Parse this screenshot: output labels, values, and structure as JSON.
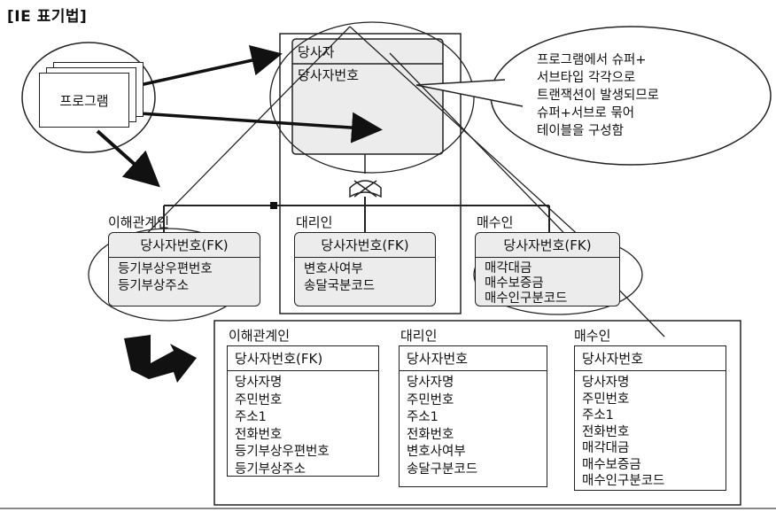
{
  "title": "[IE 표기법]",
  "program_label": "프로그램",
  "note_lines": [
    "프로그램에서 슈퍼+",
    "서브타입 각각으로",
    "트랜잭션이 발생되므로",
    "슈퍼+서브로 묶어",
    "테이블을 구성함"
  ],
  "super_entity": {
    "title": "당사자",
    "head": "당사자번호"
  },
  "subtypes": [
    {
      "label": "이해관계인",
      "head": "당사자번호(FK)",
      "attrs": [
        "등기부상우편번호",
        "등기부상주소"
      ]
    },
    {
      "label": "대리인",
      "head": "당사자번호(FK)",
      "attrs": [
        "변호사여부",
        "송달국분코드"
      ]
    },
    {
      "label": "매수인",
      "head": "당사자번호(FK)",
      "attrs": [
        "매각대금",
        "매수보증금",
        "매수인구분코드"
      ]
    }
  ],
  "result_tables": [
    {
      "label": "이해관계인",
      "head": "당사자번호(FK)",
      "attrs": [
        "당사자명",
        "주민번호",
        "주소1",
        "전화번호",
        "등기부상우편번호",
        "등기부상주소"
      ]
    },
    {
      "label": "대리인",
      "head": "당사자번호",
      "attrs": [
        "당사자명",
        "주민번호",
        "주소1",
        "전화번호",
        "변호사여부",
        "송달구분코드"
      ]
    },
    {
      "label": "매수인",
      "head": "당사자번호",
      "attrs": [
        "당사자명",
        "주민번호",
        "주소1",
        "전화번호",
        "매각대금",
        "매수보증금",
        "매수인구분코드"
      ]
    }
  ]
}
